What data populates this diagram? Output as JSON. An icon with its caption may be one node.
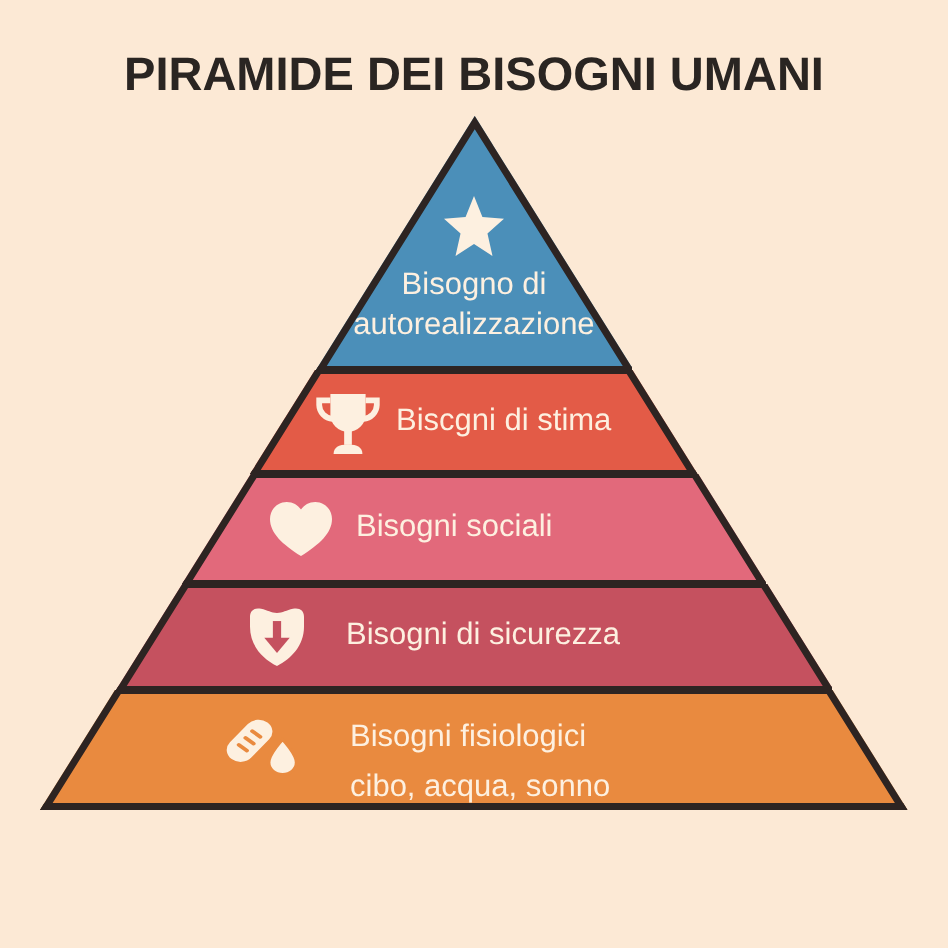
{
  "diagram": {
    "title": "PIRAMIDE DEI BISOGNI UMANI",
    "nodes": [
      {
        "text": [
          "Bisogno di autorealizzazione"
        ]
      },
      {
        "text": [
          "Biscgni di stima"
        ]
      },
      {
        "text": [
          "Bisogni sociali"
        ]
      },
      {
        "text": [
          "Bisogni di sicurezza"
        ]
      },
      {
        "text": [
          "Bisogni fisiologici",
          "cibo, acqua, sonno"
        ]
      }
    ]
  }
}
